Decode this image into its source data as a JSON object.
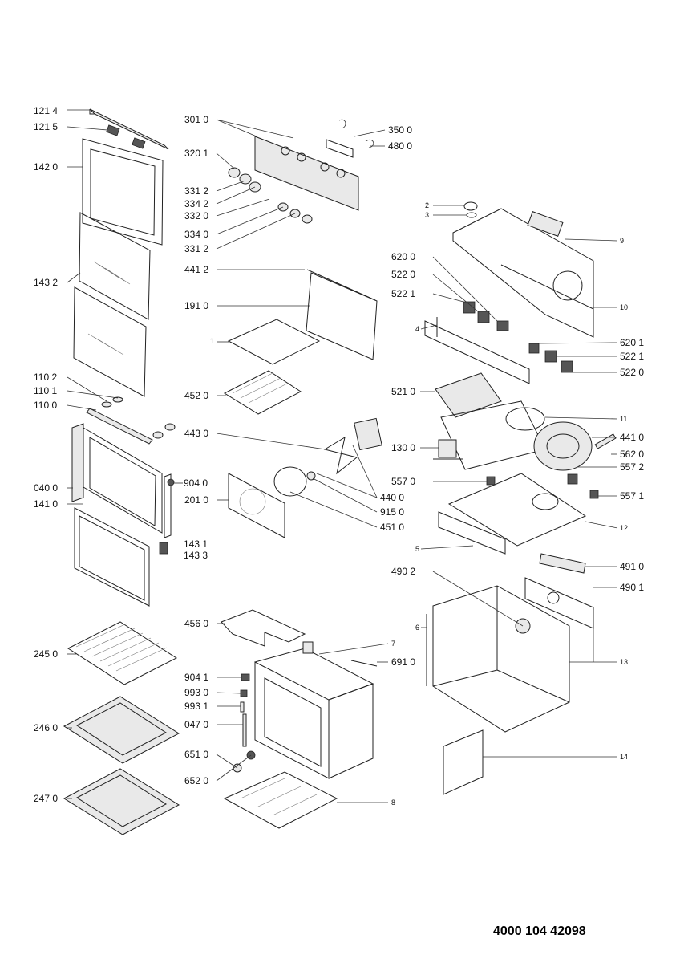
{
  "document_number": "4000 104 42098",
  "labels": {
    "l1214": "121 4",
    "l1215": "121 5",
    "l1420": "142 0",
    "l1432": "143 2",
    "l1102": "110 2",
    "l1101": "110 1",
    "l1100": "110 0",
    "l0400": "040 0",
    "l1410": "141 0",
    "l9040": "904 0",
    "l1431": "143 1",
    "l1433": "143 3",
    "l2450": "245 0",
    "l2460": "246 0",
    "l2470": "247 0",
    "l3010": "301 0",
    "l3201": "320 1",
    "l3312a": "331 2",
    "l3342": "334 2",
    "l3320": "332 0",
    "l3340": "334 0",
    "l3312b": "331 2",
    "l3500": "350 0",
    "l4800": "480 0",
    "l4412": "441 2",
    "l1910": "191 0",
    "l1": "1",
    "l4520": "452 0",
    "l4430": "443 0",
    "l2010": "201 0",
    "l4400": "440 0",
    "l9150": "915 0",
    "l4510": "451 0",
    "l4560": "456 0",
    "l7": "7",
    "l6910": "691 0",
    "l9041": "904 1",
    "l9930": "993 0",
    "l9931": "993 1",
    "l0470": "047 0",
    "l6510": "651 0",
    "l6520": "652 0",
    "l8": "8",
    "l2": "2",
    "l3": "3",
    "l9": "9",
    "l6200": "620 0",
    "l5220a": "522 0",
    "l5221a": "522 1",
    "l4": "4",
    "l10": "10",
    "l6201": "620 1",
    "l5221b": "522 1",
    "l5220b": "522 0",
    "l5210": "521 0",
    "l11": "11",
    "l4410": "441 0",
    "l5620": "562 0",
    "l1300": "130 0",
    "l5572": "557 2",
    "l5570": "557 0",
    "l5571": "557 1",
    "l12": "12",
    "l5": "5",
    "l4910": "491 0",
    "l4902": "490 2",
    "l4901": "490 1",
    "l6": "6",
    "l13": "13",
    "l14": "14"
  }
}
